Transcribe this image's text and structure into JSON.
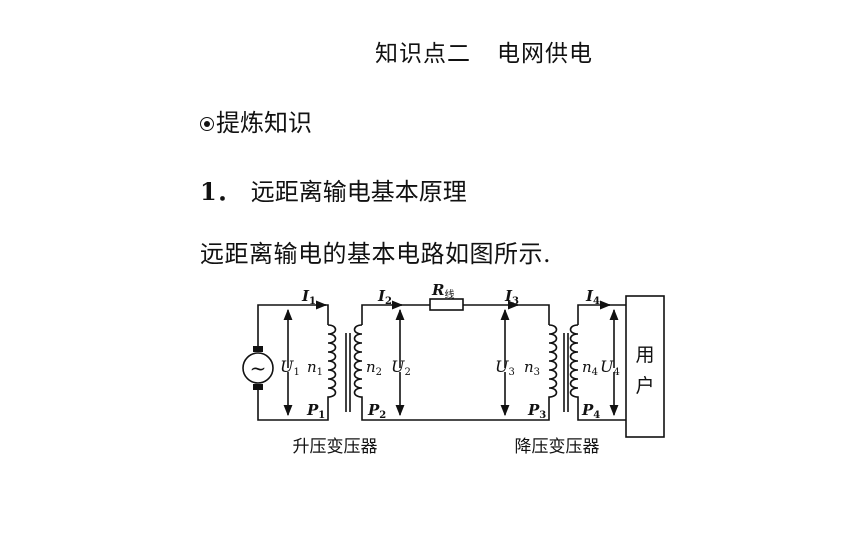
{
  "title": {
    "part1": "知识点二",
    "part2": "电网供电"
  },
  "section_label": "提炼知识",
  "heading": {
    "number": "1．",
    "text": "远距离输电基本原理"
  },
  "paragraph": "远距离输电的基本电路如图所示.",
  "circuit": {
    "I1": "I",
    "I1_sub": "1",
    "I2": "I",
    "I2_sub": "2",
    "I3": "I",
    "I3_sub": "3",
    "I4": "I",
    "I4_sub": "4",
    "R": "R",
    "R_sub": "线",
    "U1": "U",
    "U1_sub": "1",
    "U2": "U",
    "U2_sub": "2",
    "U3": "U",
    "U3_sub": "3",
    "U4": "U",
    "U4_sub": "4",
    "n1": "n",
    "n1_sub": "1",
    "n2": "n",
    "n2_sub": "2",
    "n3": "n",
    "n3_sub": "3",
    "n4": "n",
    "n4_sub": "4",
    "P1": "P",
    "P1_sub": "1",
    "P2": "P",
    "P2_sub": "2",
    "P3": "P",
    "P3_sub": "3",
    "P4": "P",
    "P4_sub": "4",
    "user_line1": "用",
    "user_line2": "户",
    "step_up_label": "升压变压器",
    "step_down_label": "降压变压器",
    "generator_symbol": "~"
  }
}
